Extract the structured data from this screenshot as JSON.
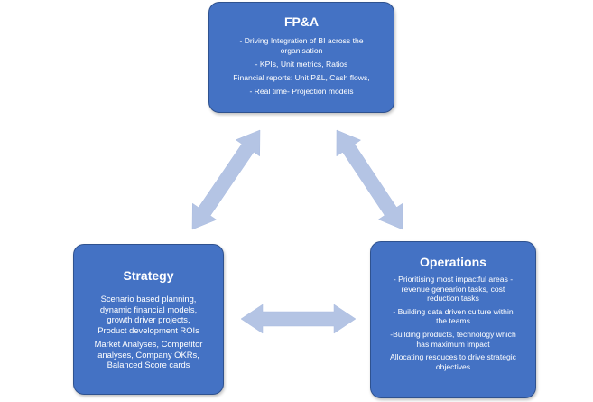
{
  "colors": {
    "box_fill": "#4472c4",
    "box_border": "#2f528f",
    "arrow_fill": "#b4c4e4",
    "text": "#ffffff"
  },
  "nodes": {
    "fpa": {
      "title": "FP&A",
      "lines": [
        "- Driving Integration of BI across the",
        "organisation",
        "- KPIs, Unit metrics, Ratios",
        "Financial reports: Unit P&L, Cash flows,",
        "- Real time- Projection models"
      ]
    },
    "strategy": {
      "title": "Strategy",
      "lines": [
        "Scenario based planning,",
        "dynamic financial models,",
        "growth driver projects,",
        "Product development  ROIs",
        "Market Analyses, Competitor",
        "analyses, Company OKRs,",
        "Balanced Score cards"
      ]
    },
    "operations": {
      "title": "Operations",
      "lines": [
        "- Prioritising most impactful areas -",
        "revenue genearion tasks, cost",
        "reduction tasks",
        "- Building data driven culture within",
        "the teams",
        "-Building products, technology  which",
        "has maximum impact",
        "Allocating resouces to drive strategic",
        "objectives"
      ]
    }
  },
  "connections": [
    {
      "from": "fpa",
      "to": "strategy",
      "type": "double-arrow"
    },
    {
      "from": "fpa",
      "to": "operations",
      "type": "double-arrow"
    },
    {
      "from": "strategy",
      "to": "operations",
      "type": "double-arrow"
    }
  ]
}
